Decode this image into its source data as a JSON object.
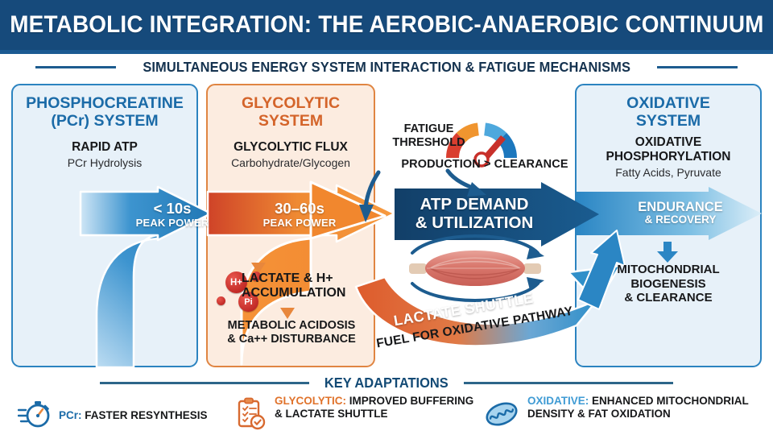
{
  "header": {
    "title": "METABOLIC INTEGRATION: THE AEROBIC-ANAEROBIC CONTINUUM",
    "subtitle": "SIMULTANEOUS ENERGY SYSTEM INTERACTION & FATIGUE MECHANISMS",
    "bg_color": "#164a7b"
  },
  "panels": {
    "pcr": {
      "heading_line1": "PHOSPHOCREATINE",
      "heading_line2": "(PCr) SYSTEM",
      "sub_heading": "RAPID ATP",
      "sub_text": "PCr Hydrolysis",
      "accent_color": "#1b6ba8",
      "bg_color": "#e7f1f9"
    },
    "glycolytic": {
      "heading_line1": "GLYCOLYTIC",
      "heading_line2": "SYSTEM",
      "sub_heading": "GLYCOLYTIC FLUX",
      "sub_text": "Carbohydrate/Glycogen",
      "accent_color": "#d4642a",
      "bg_color": "#fcece0",
      "fatigue": {
        "ion_1": "H+",
        "ion_2": "Pi",
        "lactate_line1": "LACTATE & H+",
        "lactate_line2": "ACCUMULATION",
        "acidosis_line1": "METABOLIC ACIDOSIS",
        "acidosis_line2": "& Ca++ DISTURBANCE"
      }
    },
    "oxidative": {
      "heading_line1": "OXIDATIVE",
      "heading_line2": "SYSTEM",
      "sub_heading_line1": "OXIDATIVE",
      "sub_heading_line2": "PHOSPHORYLATION",
      "sub_text": "Fatty Acids, Pyruvate",
      "accent_color": "#1b6ba8",
      "bg_color": "#e7f1f9",
      "mito_line1": "MITOCHONDRIAL",
      "mito_line2": "BIOGENESIS",
      "mito_line3": "& CLEARANCE"
    }
  },
  "flow": {
    "arrow_pcr": {
      "duration": "< 10s",
      "caption": "PEAK POWER",
      "color": "#2b83c0"
    },
    "arrow_gly": {
      "duration": "30–60s",
      "caption": "PEAK POWER",
      "color": "#f08a33"
    },
    "atp_box": {
      "line1": "ATP DEMAND",
      "line2": "& UTILIZATION",
      "color": "#16507f"
    },
    "arrow_endurance": {
      "line1": "ENDURANCE",
      "line2": "& RECOVERY",
      "color": "#2b83c0"
    },
    "shuttle": {
      "line1": "LACTATE SHUTTLE",
      "line2": "FUEL FOR OXIDATIVE PATHWAY"
    }
  },
  "gauge": {
    "label_line1": "FATIGUE",
    "label_line2": "THRESHOLD",
    "caption": "PRODUCTION > CLEARANCE",
    "segments": [
      "#d93e2f",
      "#f0952f",
      "#4ea8dd",
      "#1c77bd"
    ],
    "needle_color": "#c8302a"
  },
  "key_adaptations": {
    "title": "KEY ADAPTATIONS",
    "items": [
      {
        "icon": "stopwatch-icon",
        "key": "PCr:",
        "text_line1": " FASTER RESYNTHESIS",
        "text_line2": "",
        "key_color": "#1b6ba8"
      },
      {
        "icon": "clipboard-checklist-icon",
        "key": "GLYCOLYTIC:",
        "text_line1": " IMPROVED BUFFERING",
        "text_line2": "& LACTATE SHUTTLE",
        "key_color": "#e0732c"
      },
      {
        "icon": "mitochondria-icon",
        "key": "OXIDATIVE:",
        "text_line1": " ENHANCED MITOCHONDRIAL",
        "text_line2": "DENSITY & FAT OXIDATION",
        "key_color": "#3f9bd4"
      }
    ]
  }
}
